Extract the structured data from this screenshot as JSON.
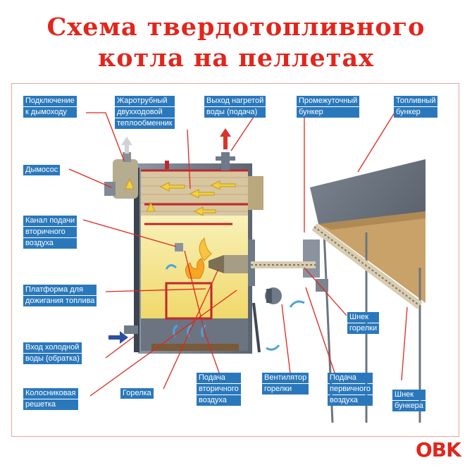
{
  "title_line1": "Схема твердотопливного",
  "title_line2": "котла на пеллетах",
  "brand": "OBK",
  "labels": {
    "chimney": [
      "Подключение",
      "к дымоходу"
    ],
    "heat_exchanger": [
      "Жаротрубный",
      "двухходовой",
      "теплообменник"
    ],
    "hot_water": [
      "Выход нагретой",
      "воды (подача)"
    ],
    "intermediate_hopper": [
      "Промежуточный",
      "бункер"
    ],
    "fuel_hopper": [
      "Топливный",
      "бункер"
    ],
    "exhauster": [
      "Дымосос"
    ],
    "secondary_air_channel": [
      "Канал подачи",
      "вторичного",
      "воздуха"
    ],
    "afterburn_platform": [
      "Платформа для",
      "дожигания топлива"
    ],
    "cold_water": [
      "Вход холодной",
      "воды (обратка)"
    ],
    "grate": [
      "Колосниковая",
      "решетка"
    ],
    "burner": [
      "Горелка"
    ],
    "secondary_air": [
      "Подача",
      "вторичного",
      "воздуха"
    ],
    "burner_fan": [
      "Вентилятор",
      "горелки"
    ],
    "primary_air": [
      "Подача",
      "первичного",
      "воздуха"
    ],
    "burner_auger": [
      "Шнек",
      "горелки"
    ],
    "hopper_auger": [
      "Шнек",
      "бункера"
    ]
  },
  "colors": {
    "title": "#e1261c",
    "label_bg": "#2a78bc",
    "leader": "#e1261c",
    "boiler_body": "#5e6a78",
    "firebox": "#f2e9a4",
    "pellets": "#c9a26a"
  }
}
